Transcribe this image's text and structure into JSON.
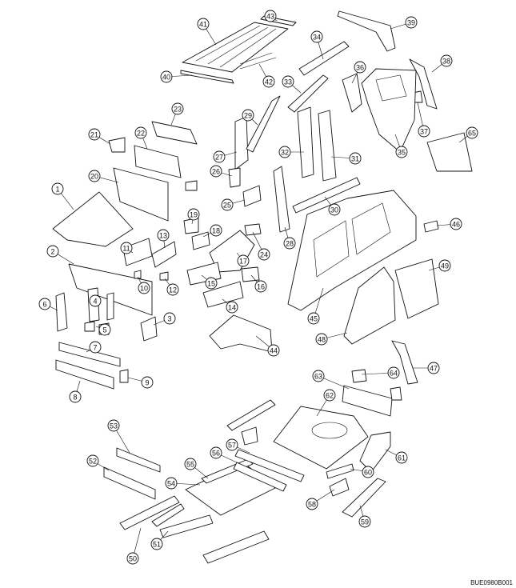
{
  "figure_code": "BUE0980B001",
  "parts": [
    {
      "id": "part-1",
      "label": "1"
    },
    {
      "id": "part-2",
      "label": "2"
    },
    {
      "id": "part-3",
      "label": "3"
    },
    {
      "id": "part-4",
      "label": "4"
    },
    {
      "id": "part-5",
      "label": "5"
    },
    {
      "id": "part-6",
      "label": "6"
    },
    {
      "id": "part-7",
      "label": "7"
    },
    {
      "id": "part-8",
      "label": "8"
    },
    {
      "id": "part-9",
      "label": "9"
    },
    {
      "id": "part-10",
      "label": "10"
    },
    {
      "id": "part-11",
      "label": "11"
    },
    {
      "id": "part-12",
      "label": "12"
    },
    {
      "id": "part-13",
      "label": "13"
    },
    {
      "id": "part-14",
      "label": "14"
    },
    {
      "id": "part-15",
      "label": "15"
    },
    {
      "id": "part-16",
      "label": "16"
    },
    {
      "id": "part-17",
      "label": "17"
    },
    {
      "id": "part-18",
      "label": "18"
    },
    {
      "id": "part-19",
      "label": "19"
    },
    {
      "id": "part-20",
      "label": "20"
    },
    {
      "id": "part-21",
      "label": "21"
    },
    {
      "id": "part-22",
      "label": "22"
    },
    {
      "id": "part-23",
      "label": "23"
    },
    {
      "id": "part-24",
      "label": "24"
    },
    {
      "id": "part-25",
      "label": "25"
    },
    {
      "id": "part-26",
      "label": "26"
    },
    {
      "id": "part-27",
      "label": "27"
    },
    {
      "id": "part-28",
      "label": "28"
    },
    {
      "id": "part-29",
      "label": "29"
    },
    {
      "id": "part-30",
      "label": "30"
    },
    {
      "id": "part-31",
      "label": "31"
    },
    {
      "id": "part-32",
      "label": "32"
    },
    {
      "id": "part-33",
      "label": "33"
    },
    {
      "id": "part-34",
      "label": "34"
    },
    {
      "id": "part-35",
      "label": "35"
    },
    {
      "id": "part-36",
      "label": "36"
    },
    {
      "id": "part-37",
      "label": "37"
    },
    {
      "id": "part-38",
      "label": "38"
    },
    {
      "id": "part-39",
      "label": "39"
    },
    {
      "id": "part-40",
      "label": "40"
    },
    {
      "id": "part-41",
      "label": "41"
    },
    {
      "id": "part-42",
      "label": "42"
    },
    {
      "id": "part-43",
      "label": "43"
    },
    {
      "id": "part-44",
      "label": "44"
    },
    {
      "id": "part-45",
      "label": "45"
    },
    {
      "id": "part-46",
      "label": "46"
    },
    {
      "id": "part-47",
      "label": "47"
    },
    {
      "id": "part-48",
      "label": "48"
    },
    {
      "id": "part-49",
      "label": "49"
    },
    {
      "id": "part-50",
      "label": "50"
    },
    {
      "id": "part-51",
      "label": "51"
    },
    {
      "id": "part-52",
      "label": "52"
    },
    {
      "id": "part-53",
      "label": "53"
    },
    {
      "id": "part-54",
      "label": "54"
    },
    {
      "id": "part-55",
      "label": "55"
    },
    {
      "id": "part-56",
      "label": "56"
    },
    {
      "id": "part-57",
      "label": "57"
    },
    {
      "id": "part-58",
      "label": "58"
    },
    {
      "id": "part-59",
      "label": "59"
    },
    {
      "id": "part-60",
      "label": "60"
    },
    {
      "id": "part-61",
      "label": "61"
    },
    {
      "id": "part-62",
      "label": "62"
    },
    {
      "id": "part-63",
      "label": "63"
    },
    {
      "id": "part-64",
      "label": "64"
    },
    {
      "id": "part-65",
      "label": "65"
    }
  ]
}
